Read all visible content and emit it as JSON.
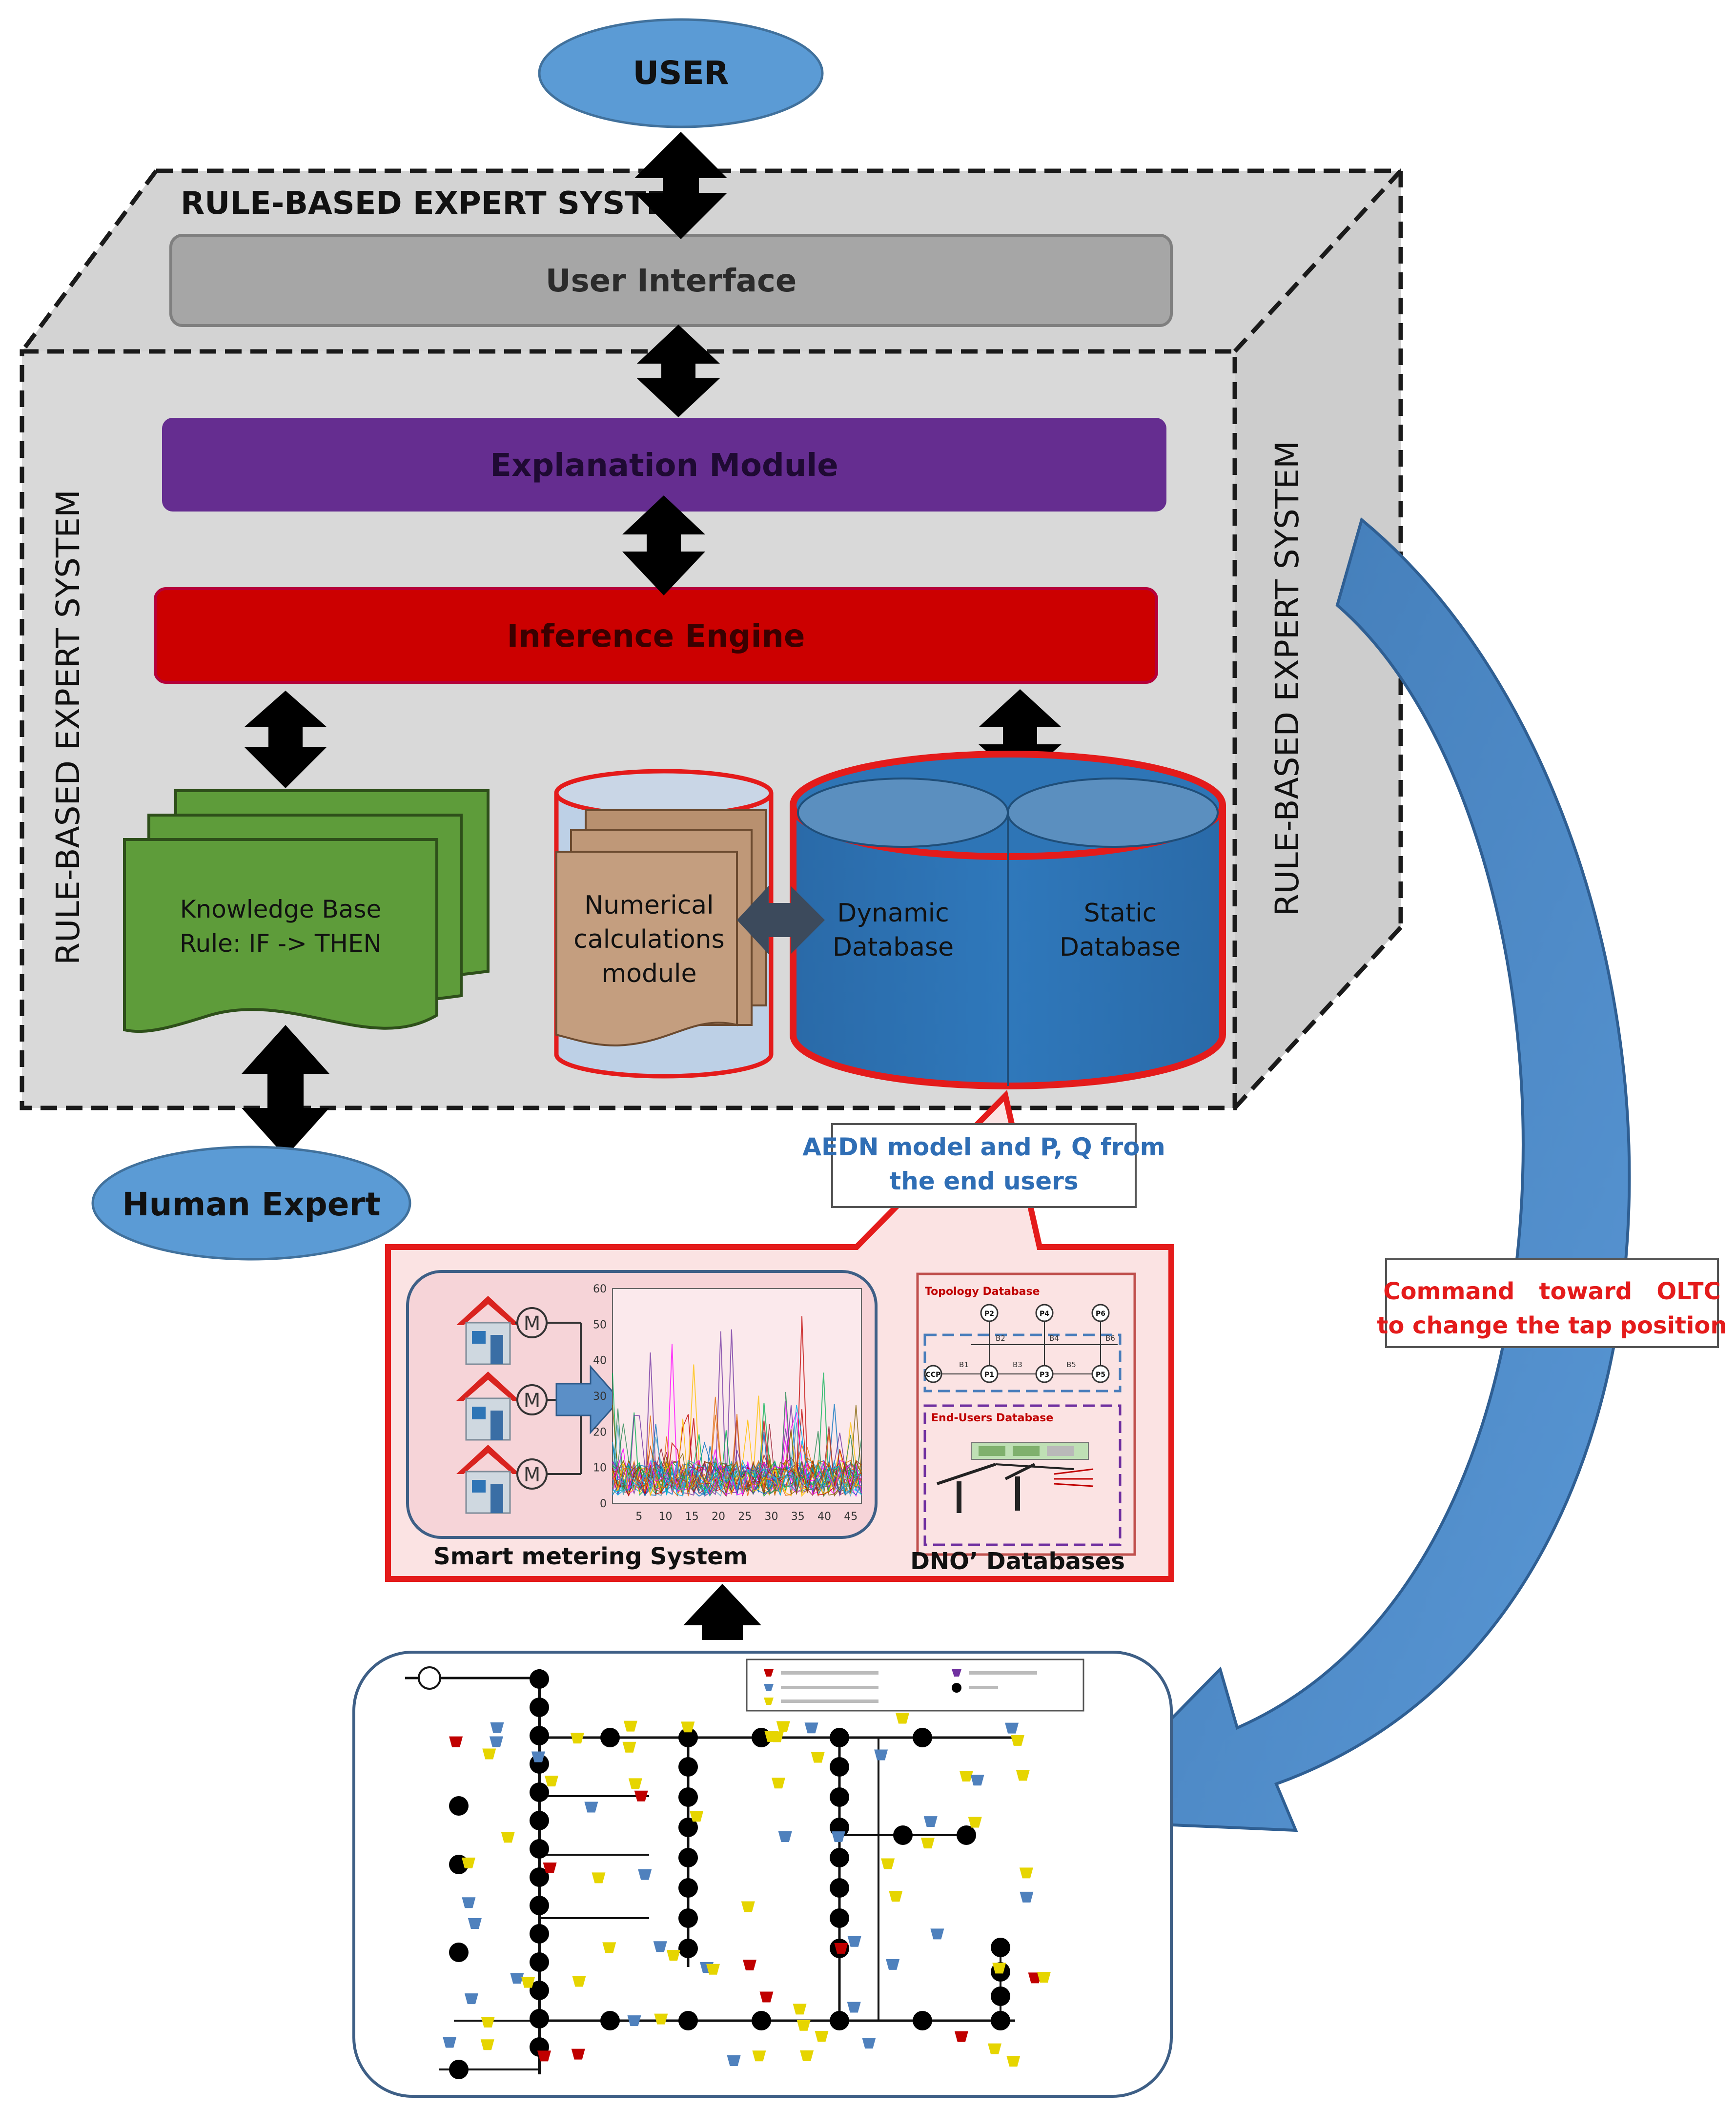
{
  "user_label": "USER",
  "system_title_top": "RULE-BASED EXPERT SYSTEM",
  "system_title_left": "RULE-BASED EXPERT SYSTEM",
  "system_title_right": "RULE-BASED EXPERT SYSTEM",
  "modules": {
    "user_interface": "User Interface",
    "explanation_module": "Explanation Module",
    "inference_engine": "Inference Engine"
  },
  "knowledge_base": {
    "line1": "Knowledge Base",
    "line2": "Rule: IF -> THEN"
  },
  "numerical_module": {
    "line1": "Numerical",
    "line2": "calculations",
    "line3": "module"
  },
  "dynamic_db": {
    "line1": "Dynamic",
    "line2": "Database"
  },
  "static_db": {
    "line1": "Static",
    "line2": "Database"
  },
  "human_expert": "Human Expert",
  "aedn_note": {
    "line1": "AEDN model and P, Q from",
    "line2": "the end users"
  },
  "command_note": {
    "line1": "Command   toward   OLTC",
    "line2": "to change the tap position"
  },
  "smart_metering": {
    "caption": "Smart metering System",
    "meter_symbol": "M",
    "plot_y_ticks": [
      "0",
      "10",
      "20",
      "30",
      "40",
      "50",
      "60"
    ],
    "plot_x_ticks": [
      "5",
      "10",
      "15",
      "20",
      "25",
      "30",
      "35",
      "40",
      "45"
    ]
  },
  "dno": {
    "caption": "DNO’ Databases",
    "topology_title": "Topology Database",
    "end_users_title": "End-Users Database",
    "nodes_top": [
      "P2",
      "P4",
      "P6"
    ],
    "nodes_bottom": [
      "CCP",
      "P1",
      "P3",
      "P5"
    ],
    "bus_labels_upper": [
      "B2",
      "B4",
      "B6"
    ],
    "bus_labels_lower": [
      "B1",
      "B3",
      "B5"
    ]
  },
  "colors": {
    "user_ellipse": "#5b9bd5",
    "ui_bar": "#a6a6a6",
    "explanation_bar": "#652d90",
    "inference_bar": "#cc0000",
    "knowledge_base": "#5e9c3a",
    "numerical_doc": "#c09a7a",
    "database": "#2e75b6",
    "red_border": "#e41b1b",
    "big_arrow": "#4a84c4"
  }
}
